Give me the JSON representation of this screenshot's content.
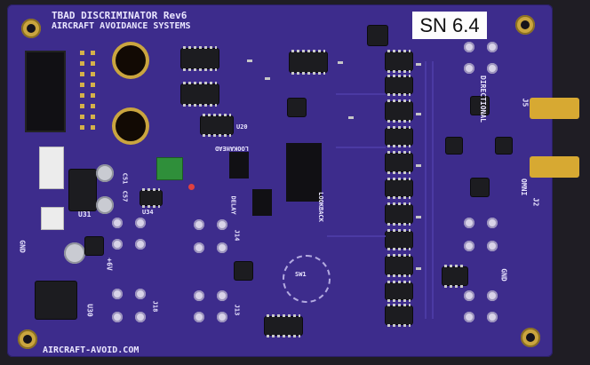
{
  "board": {
    "title_line1": "TBAD DISCRIMINATOR Rev6",
    "title_line2": "AIRCRAFT AVOIDANCE SYSTEMS",
    "serial_label": "SN 6.4",
    "footer_url": "AIRCRAFT-AVOID.COM",
    "labels": {
      "directional": "DIRECTIONAL",
      "omni": "OMNI",
      "lookahead": "LOOKAHEAD",
      "delay": "DELAY",
      "lookback": "LOOKBACK",
      "gnd_left": "GND",
      "gnd_right": "GND",
      "plus6v": "+6V",
      "u30": "U30",
      "u31": "U31",
      "u20": "U20",
      "j5": "J5",
      "j2": "J2",
      "j18": "J18",
      "j14": "J14",
      "j13": "J13",
      "sw1": "SW1",
      "u34": "U34",
      "c51": "C51",
      "c57": "C57"
    }
  }
}
